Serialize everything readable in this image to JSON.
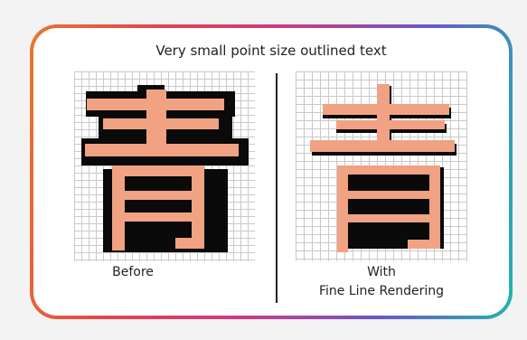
{
  "title": "Very small point size outlined text",
  "glyph": "青",
  "before": {
    "caption": "Before"
  },
  "after": {
    "caption_line1": "With",
    "caption_line2": "Fine Line Rendering"
  },
  "colors": {
    "glyph_fill": "#f0a283",
    "glyph_outline": "#0a0a0a",
    "grid_line": "#c9c9c9"
  }
}
